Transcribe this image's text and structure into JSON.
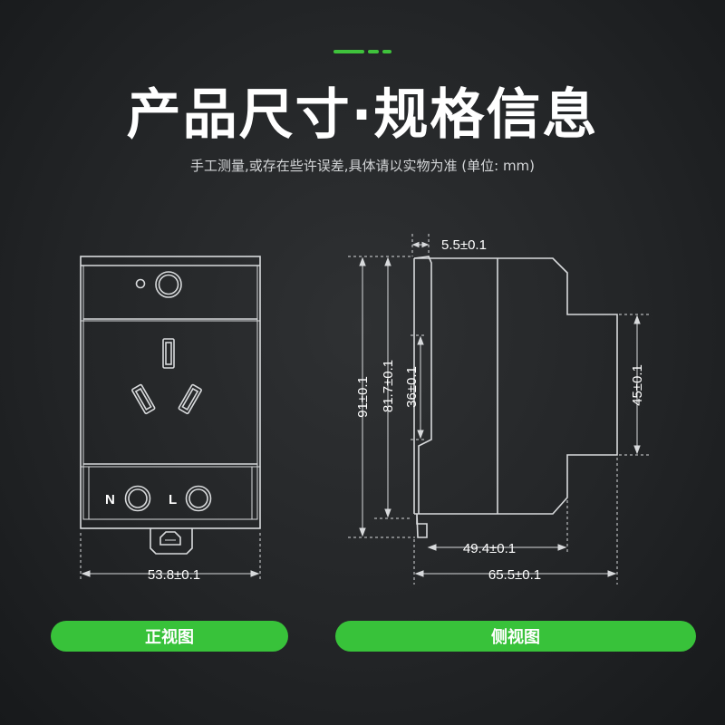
{
  "header": {
    "title": "产品尺寸·规格信息",
    "subtitle": "手工测量,或存在些许误差,具体请以实物为准 (单位: mm)"
  },
  "front_view": {
    "label": "正视图",
    "socket_labels": {
      "neutral": "N",
      "live": "L"
    },
    "width_dimension": "53.8±0.1"
  },
  "side_view": {
    "label": "侧视图",
    "dimensions": {
      "lip": "5.5±0.1",
      "total_height": "91±0.1",
      "body_height": "81.7±0.1",
      "rail_height": "36±0.1",
      "step_height": "45±0.1",
      "depth_inner": "49.4±0.1",
      "depth_total": "65.5±0.1"
    }
  },
  "colors": {
    "accent": "#3fc23c",
    "pill": "#38c23a",
    "line": "#d8dadc",
    "background": "#232527"
  }
}
